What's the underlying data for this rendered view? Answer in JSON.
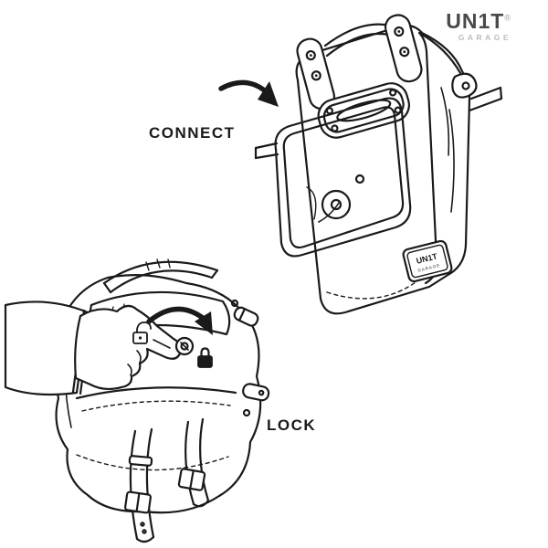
{
  "page": {
    "background": "#ffffff",
    "ink": "#1a1a1a"
  },
  "brand": {
    "name": "UN1T",
    "registered": "®",
    "subtitle": "GARAGE",
    "name_color": "#4a4a4a",
    "subtitle_color": "#bcbcbc"
  },
  "steps": {
    "connect": {
      "label": "CONNECT"
    },
    "lock": {
      "label": "LOCK"
    }
  },
  "patch": {
    "line1": "UN1T",
    "line2": "GARAGE"
  },
  "icons": {
    "connect_arrow": "curved-arrow-down-right",
    "rotate_arrow": "curved-arrow-clockwise",
    "unlock": "open-padlock",
    "lock": "closed-padlock"
  }
}
